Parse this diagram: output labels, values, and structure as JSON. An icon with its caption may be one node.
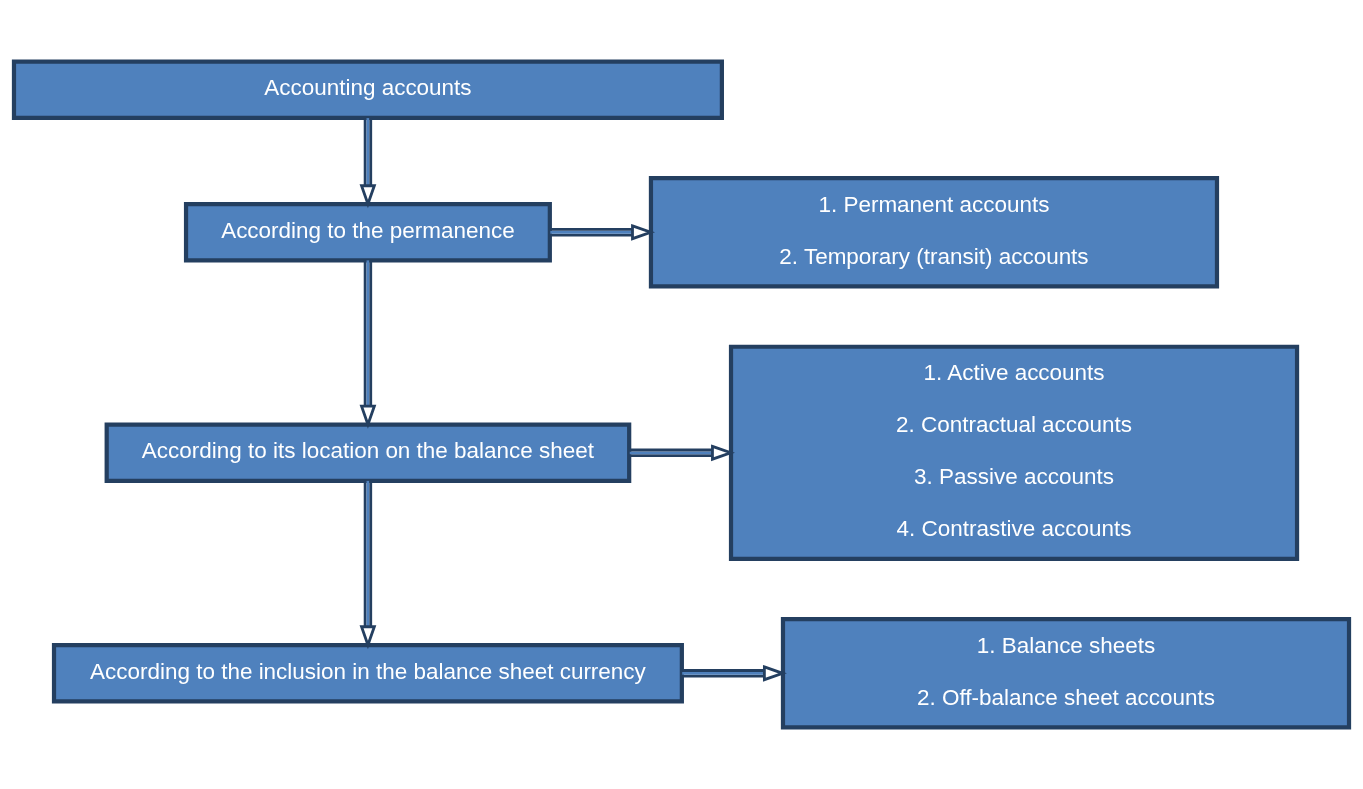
{
  "diagram": {
    "nodes": [
      {
        "text": [
          "Accounting accounts"
        ]
      },
      {
        "text": [
          "According to the permanence"
        ]
      },
      {
        "text": [
          "1. Permanent accounts",
          "2. Temporary (transit) accounts"
        ]
      },
      {
        "text": [
          "According to its location on the balance sheet"
        ]
      },
      {
        "text": [
          "1. Active accounts",
          "2. Contractual accounts",
          "3. Passive accounts",
          "4. Contrastive accounts"
        ]
      },
      {
        "text": [
          "According to the inclusion in the balance sheet currency"
        ]
      },
      {
        "text": [
          "1. Balance sheets",
          "2. Off-balance sheet accounts"
        ]
      }
    ],
    "edges": [
      {
        "from": 0,
        "to": 1,
        "arrow": "to"
      },
      {
        "from": 1,
        "to": 2,
        "arrow": "to"
      },
      {
        "from": 1,
        "to": 3,
        "arrow": "to"
      },
      {
        "from": 3,
        "to": 4,
        "arrow": "to"
      },
      {
        "from": 3,
        "to": 5,
        "arrow": "to"
      },
      {
        "from": 5,
        "to": 6,
        "arrow": "to"
      }
    ]
  }
}
